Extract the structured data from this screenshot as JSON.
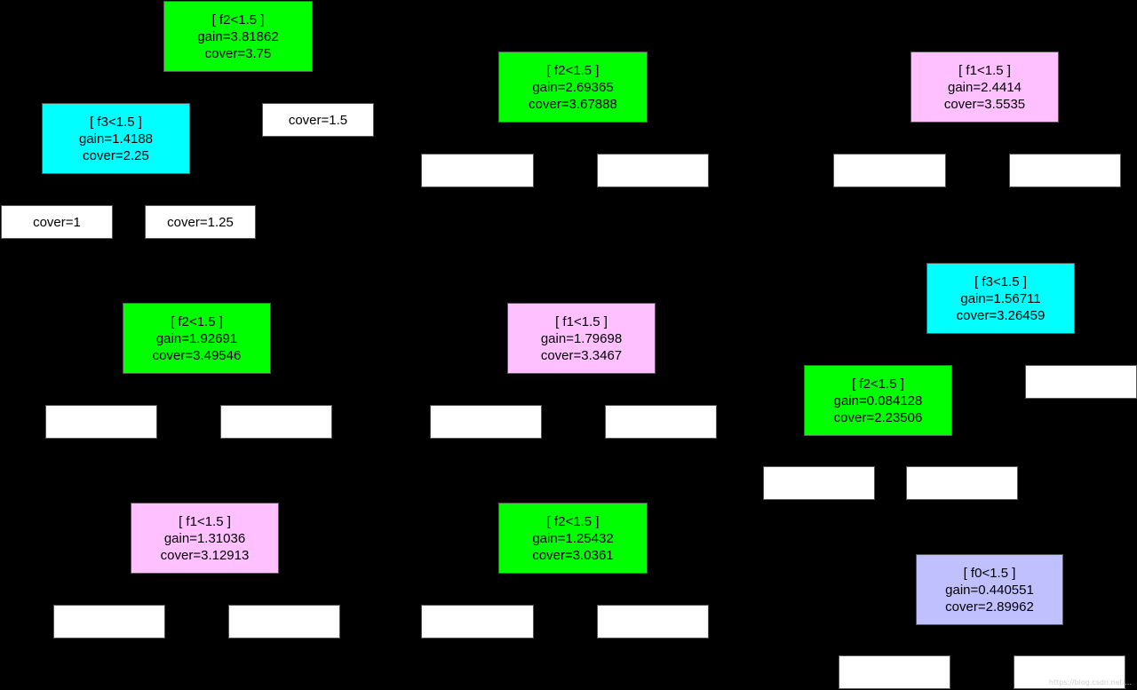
{
  "colors": {
    "background": "#000000",
    "f0": "#c0c0ff",
    "f1": "#ffc0ff",
    "f2": "#00ff00",
    "f3": "#00ffff",
    "leaf": "#ffffff"
  },
  "trees": [
    {
      "split_nodes": [
        {
          "condition": "[ f2<1.5 ]",
          "gain": "gain=3.81862",
          "cover": "cover=3.75",
          "feature": "f2"
        },
        {
          "condition": "[ f3<1.5 ]",
          "gain": "gain=1.4188",
          "cover": "cover=2.25",
          "feature": "f3"
        }
      ],
      "leaves": [
        "cover=1.5",
        "cover=1",
        "cover=1.25"
      ]
    },
    {
      "split_nodes": [
        {
          "condition": "[ f2<1.5 ]",
          "gain": "gain=2.69365",
          "cover": "cover=3.67888",
          "feature": "f2"
        }
      ],
      "leaves": [
        "",
        ""
      ]
    },
    {
      "split_nodes": [
        {
          "condition": "[ f1<1.5 ]",
          "gain": "gain=2.4414",
          "cover": "cover=3.5535",
          "feature": "f1"
        }
      ],
      "leaves": [
        "",
        ""
      ]
    },
    {
      "split_nodes": [
        {
          "condition": "[ f2<1.5 ]",
          "gain": "gain=1.92691",
          "cover": "cover=3.49546",
          "feature": "f2"
        }
      ],
      "leaves": [
        "",
        ""
      ]
    },
    {
      "split_nodes": [
        {
          "condition": "[ f1<1.5 ]",
          "gain": "gain=1.79698",
          "cover": "cover=3.3467",
          "feature": "f1"
        }
      ],
      "leaves": [
        "",
        ""
      ]
    },
    {
      "split_nodes": [
        {
          "condition": "[ f3<1.5 ]",
          "gain": "gain=1.56711",
          "cover": "cover=3.26459",
          "feature": "f3"
        },
        {
          "condition": "[ f2<1.5 ]",
          "gain": "gain=0.084128",
          "cover": "cover=2.23506",
          "feature": "f2"
        }
      ],
      "leaves": [
        "",
        "",
        ""
      ]
    },
    {
      "split_nodes": [
        {
          "condition": "[ f1<1.5 ]",
          "gain": "gain=1.31036",
          "cover": "cover=3.12913",
          "feature": "f1"
        }
      ],
      "leaves": [
        "",
        ""
      ]
    },
    {
      "split_nodes": [
        {
          "condition": "[ f2<1.5 ]",
          "gain": "gain=1.25432",
          "cover": "cover=3.0361",
          "feature": "f2"
        }
      ],
      "leaves": [
        "",
        ""
      ]
    },
    {
      "split_nodes": [
        {
          "condition": "[ f0<1.5 ]",
          "gain": "gain=0.440551",
          "cover": "cover=2.89962",
          "feature": "f0"
        }
      ],
      "leaves": [
        "",
        ""
      ]
    }
  ],
  "watermark": "https://blog.csdn.net/..."
}
